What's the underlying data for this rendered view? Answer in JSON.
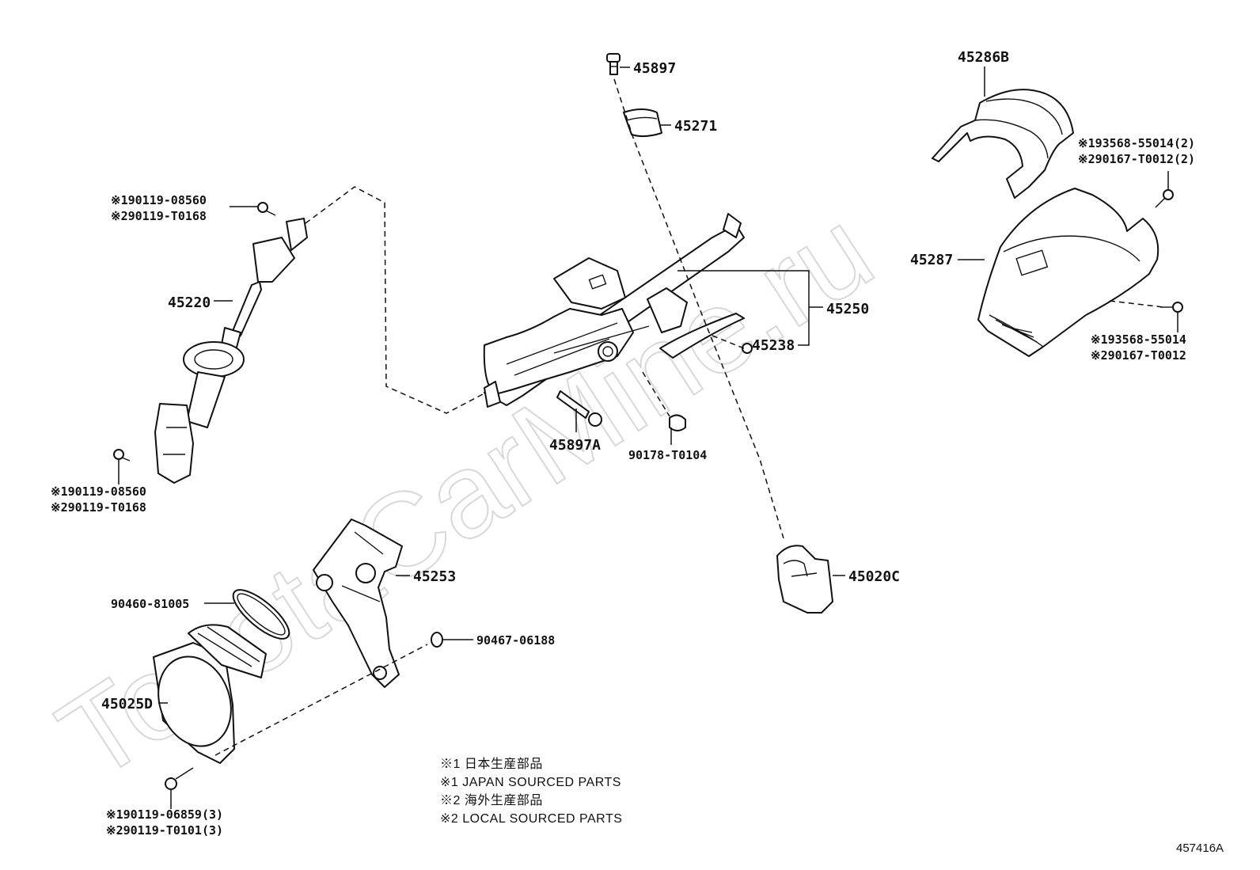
{
  "watermark": "ToyotaCarMine.ru",
  "diagram_code": "457416A",
  "parts": {
    "p45897": "45897",
    "p45271": "45271",
    "p45286B": "45286B",
    "p45287": "45287",
    "p45250": "45250",
    "p45238": "45238",
    "p45220": "45220",
    "p45897A": "45897A",
    "p90178": "90178-T0104",
    "p45253": "45253",
    "p45020C": "45020C",
    "p90460": "90460-81005",
    "p90467": "90467-06188",
    "p45025D": "45025D"
  },
  "refs": {
    "top_bolt_1": "※190119-08560",
    "top_bolt_2": "※290119-T0168",
    "lower_bolt_1": "※190119-08560",
    "lower_bolt_2": "※290119-T0168",
    "cover_screw_top_1": "※193568-55014(2)",
    "cover_screw_top_2": "※290167-T0012(2)",
    "cover_screw_bot_1": "※193568-55014",
    "cover_screw_bot_2": "※290167-T0012",
    "boot_bolt_1": "※190119-06859(3)",
    "boot_bolt_2": "※290119-T0101(3)"
  },
  "legend": [
    "※1 日本生産部品",
    "※1 JAPAN SOURCED PARTS",
    "※2 海外生産部品",
    "※2 LOCAL SOURCED PARTS"
  ]
}
